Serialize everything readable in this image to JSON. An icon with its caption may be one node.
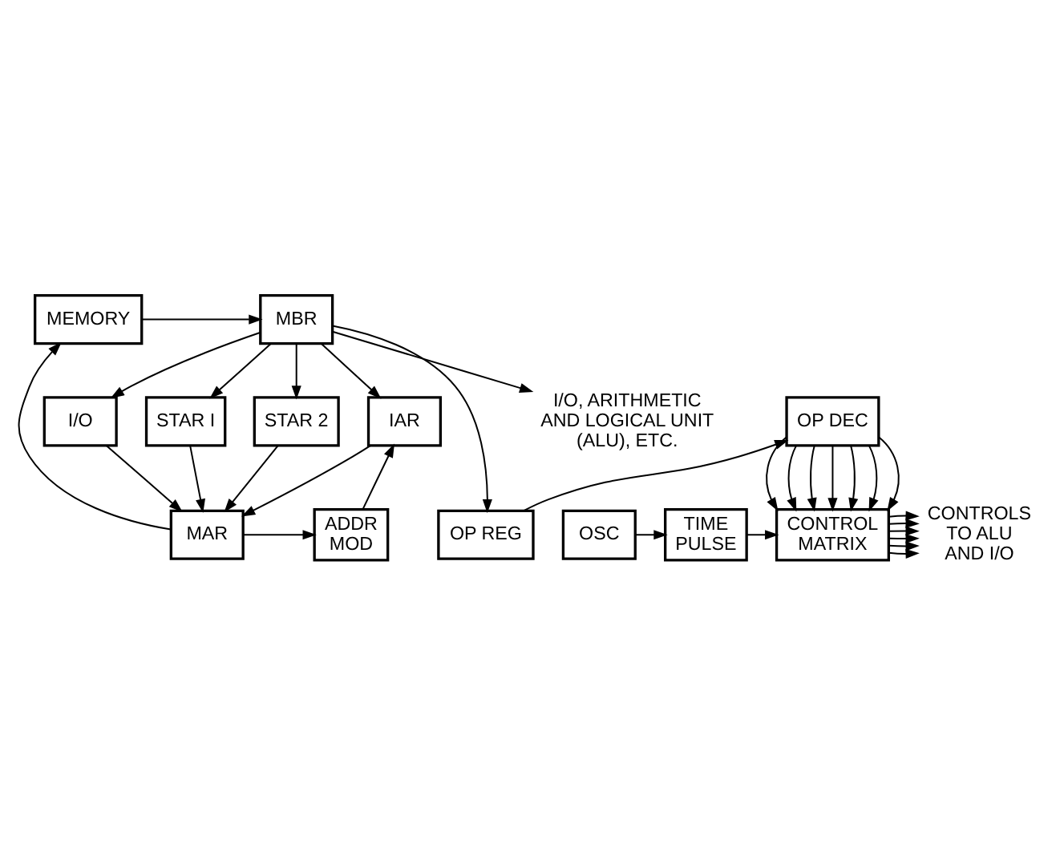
{
  "diagram": {
    "nodes": [
      {
        "text": [
          "MEMORY"
        ]
      },
      {
        "text": [
          "MBR"
        ]
      },
      {
        "text": [
          "MAR"
        ]
      },
      {
        "text": [
          "ADDR MOD"
        ]
      },
      {
        "text": [
          "IAR"
        ]
      },
      {
        "text": [
          "I/O"
        ]
      },
      {
        "text": [
          "STAR I"
        ]
      },
      {
        "text": [
          "STAR 2"
        ]
      },
      {
        "text": [
          "OP REG"
        ]
      },
      {
        "text": [
          "OP DEC"
        ]
      },
      {
        "text": [
          "OSC"
        ]
      },
      {
        "text": [
          "TIME PULSE"
        ]
      },
      {
        "text": [
          "CONTROL MATRIX"
        ]
      },
      {
        "text": [
          "I/O, ARITHMETIC AND LOGICAL UNIT (ALU), ETC."
        ]
      },
      {
        "text": [
          "CONTROLS TO ALU AND I/O"
        ]
      }
    ],
    "edges": [
      {
        "from": 0,
        "to": 1,
        "arrow": "to"
      },
      {
        "from": 2,
        "to": 0,
        "arrow": "to"
      },
      {
        "from": 2,
        "to": 3,
        "arrow": "to"
      },
      {
        "from": 3,
        "to": 4,
        "arrow": "to"
      },
      {
        "from": 1,
        "to": 13,
        "arrow": "to"
      },
      {
        "from": 1,
        "to": 8,
        "arrow": "to"
      },
      {
        "from": 1,
        "to": 4,
        "arrow": "to"
      },
      {
        "from": 1,
        "to": 5,
        "arrow": "to"
      },
      {
        "from": 1,
        "to": 6,
        "arrow": "to"
      },
      {
        "from": 1,
        "to": 7,
        "arrow": "to"
      },
      {
        "from": 4,
        "to": 2,
        "arrow": "to"
      },
      {
        "from": 5,
        "to": 2,
        "arrow": "to"
      },
      {
        "from": 6,
        "to": 2,
        "arrow": "to"
      },
      {
        "from": 7,
        "to": 2,
        "arrow": "to"
      },
      {
        "from": 8,
        "to": 9,
        "arrow": "to"
      },
      {
        "from": 9,
        "to": 12,
        "arrow": "to"
      },
      {
        "from": 9,
        "to": 12,
        "arrow": "to"
      },
      {
        "from": 9,
        "to": 12,
        "arrow": "to"
      },
      {
        "from": 9,
        "to": 12,
        "arrow": "to"
      },
      {
        "from": 9,
        "to": 12,
        "arrow": "to"
      },
      {
        "from": 9,
        "to": 12,
        "arrow": "to"
      },
      {
        "from": 9,
        "to": 12,
        "arrow": "to"
      },
      {
        "from": 10,
        "to": 11,
        "arrow": "to"
      },
      {
        "from": 11,
        "to": 12,
        "arrow": "to"
      },
      {
        "from": 12,
        "to": 14,
        "arrow": "to"
      },
      {
        "from": 12,
        "to": 14,
        "arrow": "to"
      },
      {
        "from": 12,
        "to": 14,
        "arrow": "to"
      },
      {
        "from": 12,
        "to": 14,
        "arrow": "to"
      },
      {
        "from": 12,
        "to": 14,
        "arrow": "to"
      },
      {
        "from": 12,
        "to": 14,
        "arrow": "to"
      }
    ]
  }
}
